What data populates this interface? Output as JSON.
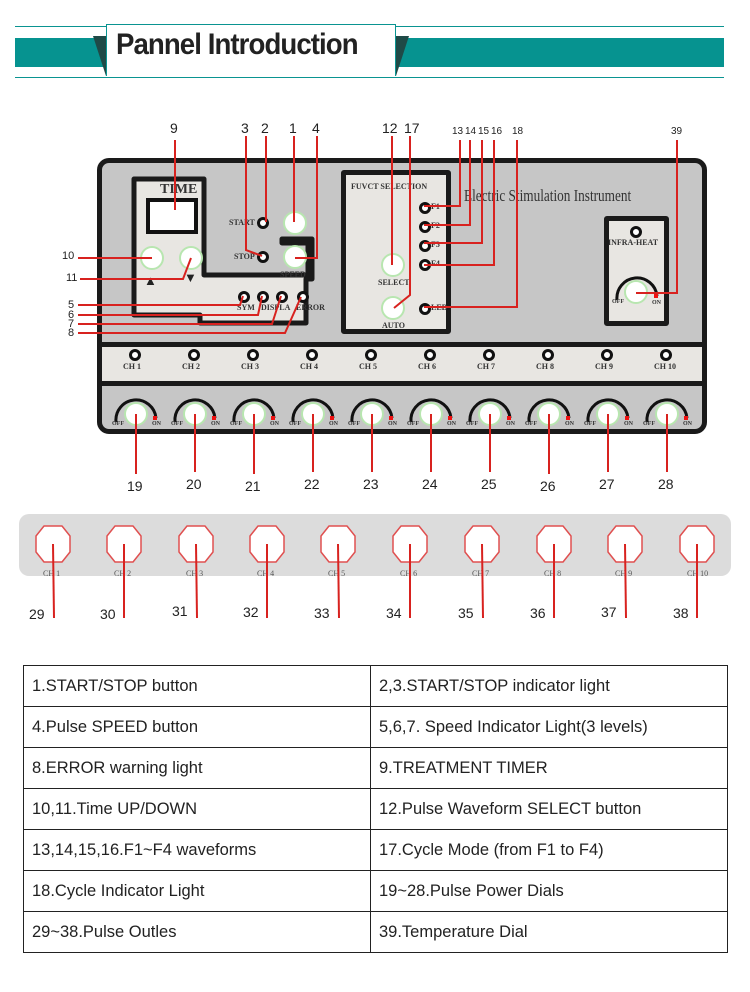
{
  "header": {
    "title": "Pannel Introduction",
    "accent_color": "#069390"
  },
  "panel": {
    "brand_text": "Electric Stimulation Instrument",
    "time_label": "TIME",
    "start_label": "START",
    "stop_label": "STOP",
    "speed_label": "SPEED",
    "sym_label": "SYM",
    "display_label": "DISPLA",
    "error_label": "ERROR",
    "up_arrow": "▲",
    "down_arrow": "▼",
    "function_selection_label": "FUVCT SELECTION",
    "f_labels": [
      "F1",
      "F2",
      "F3",
      "F4"
    ],
    "led_label": "LED",
    "select_label": "SELECT",
    "auto_label": "AUTO",
    "infra_heat_label": "INFRA-HEAT",
    "off_label": "OFF",
    "on_label": "ON",
    "channels": [
      "CH 1",
      "CH 2",
      "CH 3",
      "CH 4",
      "CH 5",
      "CH 6",
      "CH 7",
      "CH 8",
      "CH 9",
      "CH 10"
    ]
  },
  "callouts": {
    "top": [
      "9",
      "3",
      "2",
      "1",
      "4",
      "12",
      "17",
      "13",
      "14",
      "15",
      "16",
      "18",
      "39"
    ],
    "left": [
      "10",
      "11",
      "5",
      "6",
      "7",
      "8"
    ],
    "dials": [
      "19",
      "20",
      "21",
      "22",
      "23",
      "24",
      "25",
      "26",
      "27",
      "28"
    ],
    "outlets": [
      "29",
      "30",
      "31",
      "32",
      "33",
      "34",
      "35",
      "36",
      "37",
      "38"
    ]
  },
  "outlets": {
    "channels": [
      "CH 1",
      "CH 2",
      "CH 3",
      "CH 4",
      "CH 5",
      "CH 6",
      "CH 7",
      "CH 8",
      "CH 9",
      "CH 10"
    ]
  },
  "legend_table": [
    [
      "1.START/STOP button",
      "2,3.START/STOP indicator light"
    ],
    [
      "4.Pulse SPEED button",
      "5,6,7. Speed Indicator Light(3 levels)"
    ],
    [
      "8.ERROR warning light",
      "9.TREATMENT TIMER"
    ],
    [
      "10,11.Time UP/DOWN",
      "12.Pulse Waveform SELECT button"
    ],
    [
      "13,14,15,16.F1~F4 waveforms",
      "17.Cycle Mode (from F1 to F4)"
    ],
    [
      "18.Cycle Indicator Light",
      "19~28.Pulse Power Dials"
    ],
    [
      "29~38.Pulse Outles",
      "39.Temperature Dial"
    ]
  ]
}
